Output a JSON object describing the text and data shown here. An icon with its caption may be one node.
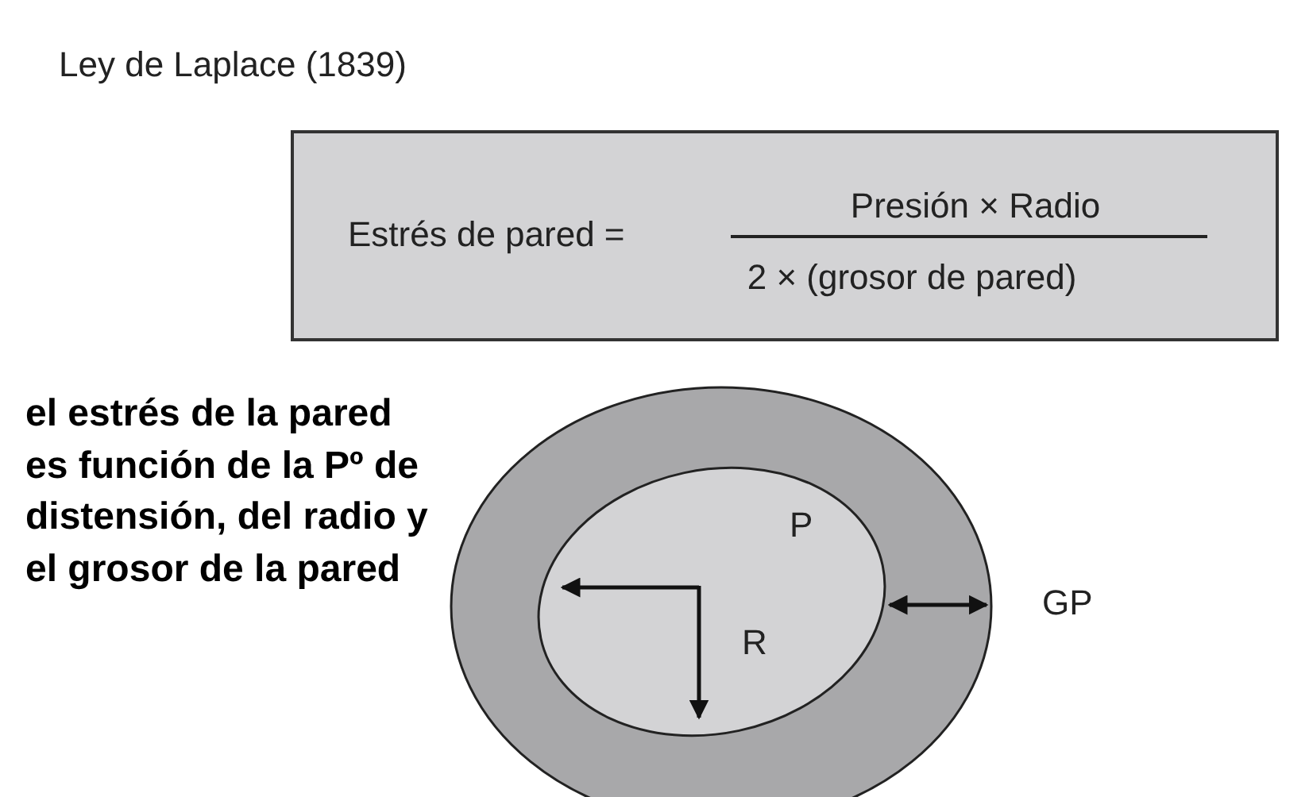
{
  "diagram": {
    "title": "Ley de Laplace (1839)",
    "nodes": [
      {
        "text": [
          "Estrés de pared =",
          "Presión × Radio",
          "2 × (grosor de pared)"
        ]
      }
    ],
    "labels": [
      "el estrés de la pared es función de la Pº de distensión, del radio y el grosor de la pared",
      "P",
      "R",
      "GP"
    ]
  }
}
